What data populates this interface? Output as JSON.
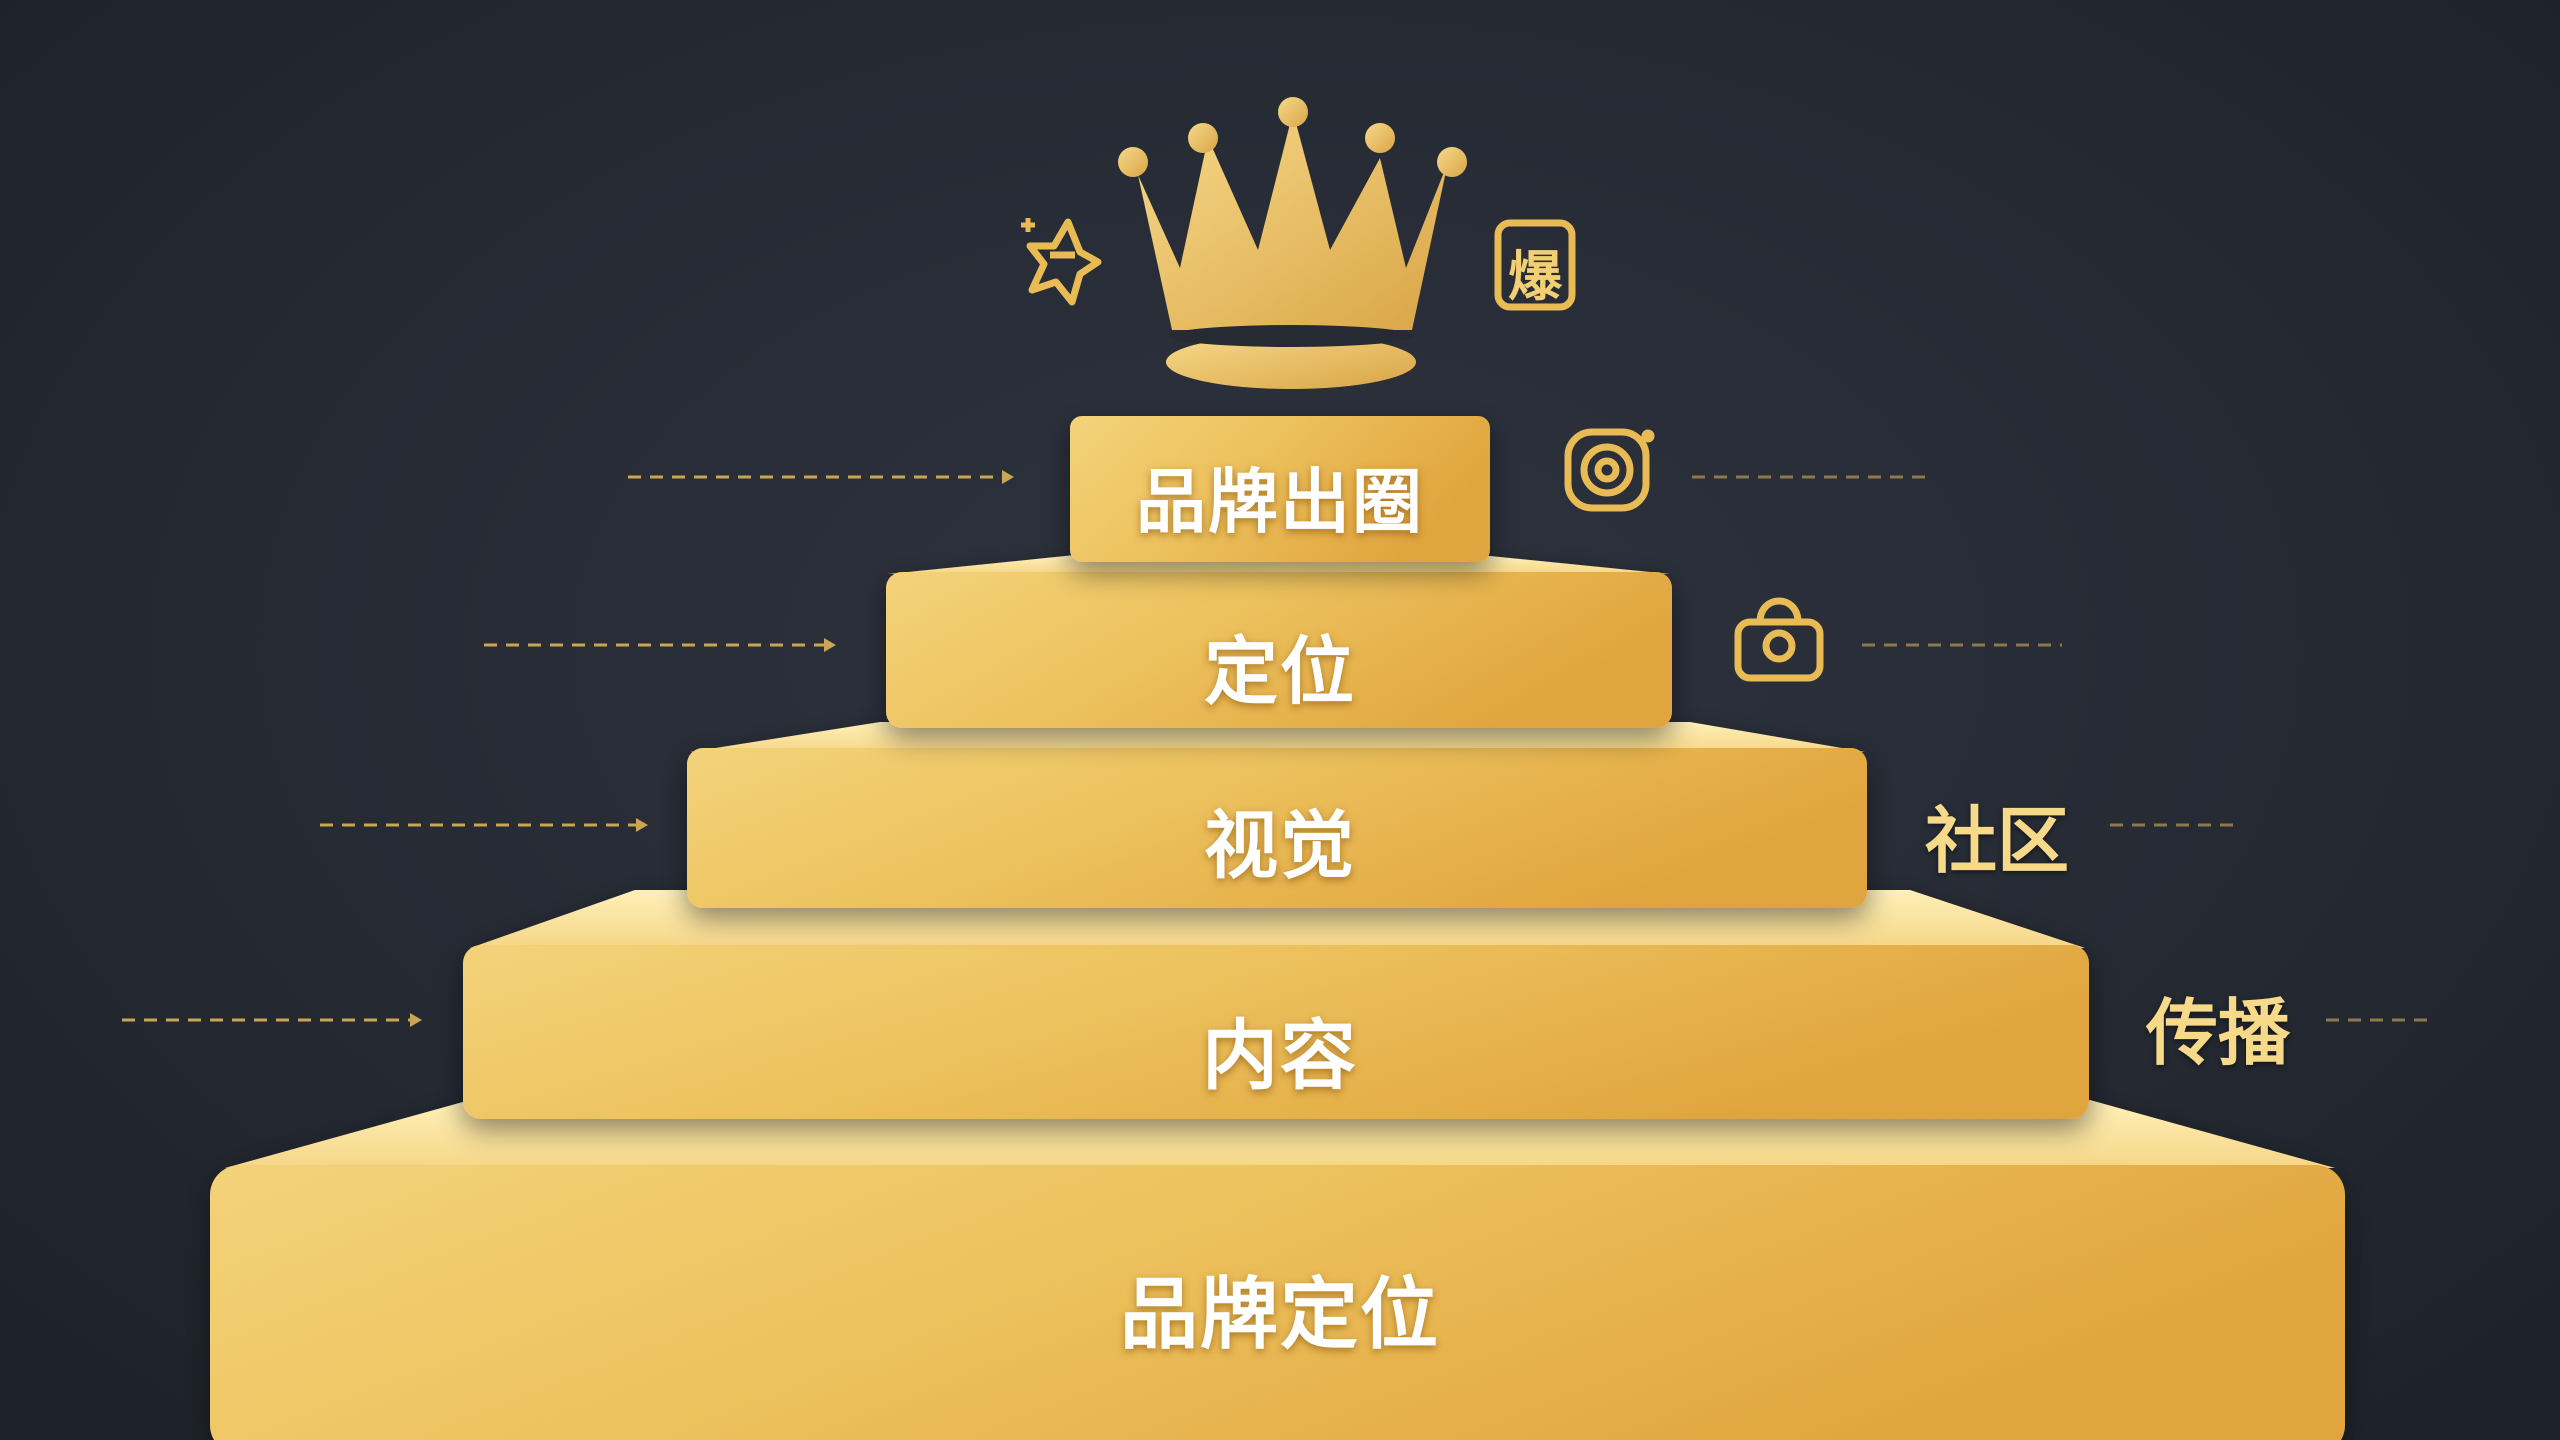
{
  "pyramid": {
    "tiers": [
      {
        "label": "品牌出圈"
      },
      {
        "label": "定位"
      },
      {
        "label": "视觉"
      },
      {
        "label": "内容"
      },
      {
        "label": "品牌定位"
      }
    ]
  },
  "side_labels": {
    "community": "社区",
    "spread": "传播"
  },
  "icons": {
    "badge_text": "爆",
    "badge_icon": "explosion-badge-icon",
    "sparkle_icon": "sparkle-star-icon",
    "camera_icon": "instagram-camera-icon",
    "bag_icon": "shopping-bag-icon",
    "crown_icon": "crown-icon"
  },
  "colors": {
    "background": "#262b34",
    "gold_light": "#fbe39b",
    "gold_dark": "#e0a43a",
    "accent_line": "#c9a656",
    "side_text": "#f7d98a"
  }
}
